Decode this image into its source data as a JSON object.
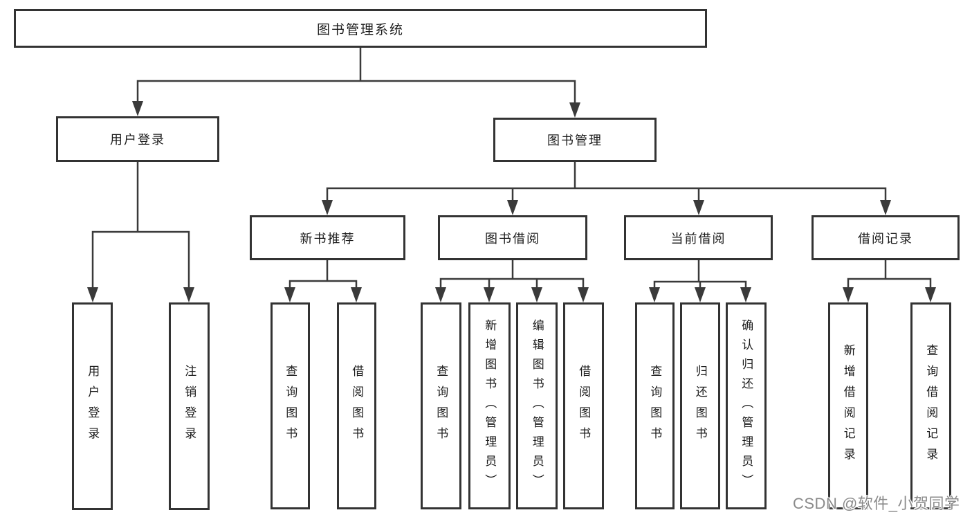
{
  "diagram": {
    "title": "图书管理系统",
    "type": "hierarchy-tree",
    "colors": {
      "background": "#ffffff",
      "line": "#3a3a3a",
      "box_border": "#333333",
      "text": "#1b1b1b",
      "watermark_text": "#8a8a8a"
    },
    "watermark": "CSDN @软件_小贺同学",
    "tree": {
      "label": "图书管理系统",
      "children": [
        {
          "label": "用户登录",
          "children": [
            {
              "label": "用户登录"
            },
            {
              "label": "注销登录"
            }
          ]
        },
        {
          "label": "图书管理",
          "children": [
            {
              "label": "新书推荐",
              "children": [
                {
                  "label": "查询图书"
                },
                {
                  "label": "借阅图书"
                }
              ]
            },
            {
              "label": "图书借阅",
              "children": [
                {
                  "label": "查询图书"
                },
                {
                  "label": "新增图书（管理员）"
                },
                {
                  "label": "编辑图书（管理员）"
                },
                {
                  "label": "借阅图书"
                }
              ]
            },
            {
              "label": "当前借阅",
              "children": [
                {
                  "label": "查询图书"
                },
                {
                  "label": "归还图书"
                },
                {
                  "label": "确认归还（管理员）"
                }
              ]
            },
            {
              "label": "借阅记录",
              "children": [
                {
                  "label": "新增借阅记录"
                },
                {
                  "label": "查询借阅记录"
                }
              ]
            }
          ]
        }
      ]
    }
  }
}
